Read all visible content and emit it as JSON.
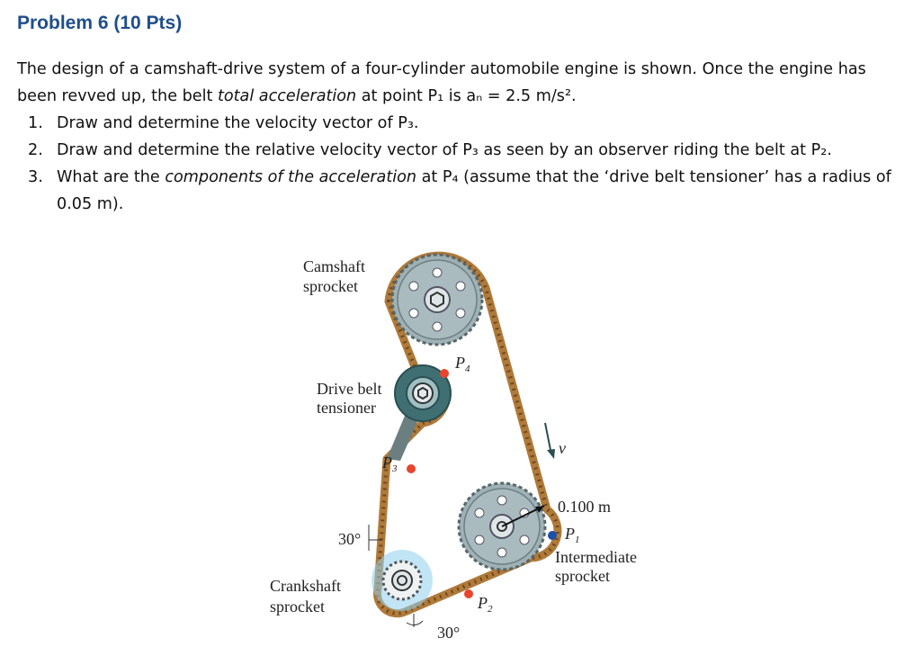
{
  "problem": {
    "title": "Problem 6 (10 Pts)"
  },
  "intro": {
    "part1": "The design of a camshaft-drive system of a four-cylinder automobile engine is shown. Once the engine has been revved up, the belt ",
    "emphasis": "total acceleration",
    "part2": " at point P₁ is aₙ = 2.5 m/s²."
  },
  "questions": [
    {
      "num": "1.",
      "text": "Draw and determine the velocity vector of P₃."
    },
    {
      "num": "2.",
      "text": "Draw and determine the relative velocity vector of P₃ as seen by an observer riding the belt at P₂."
    },
    {
      "num": "3.",
      "text_before": "What are the ",
      "emphasis": "components of the acceleration",
      "text_after": " at P₄ (assume that the ‘drive belt tensioner’ has a radius of 0.05 m)."
    }
  ],
  "figure": {
    "camshaft_line1": "Camshaft",
    "camshaft_line2": "sprocket",
    "tensioner_line1": "Drive belt",
    "tensioner_line2": "tensioner",
    "crankshaft_line1": "Crankshaft",
    "crankshaft_line2": "sprocket",
    "intermediate_line1": "Intermediate",
    "intermediate_line2": "sprocket",
    "radius_label": "0.100 m",
    "velocity_label": "v",
    "angle_left": "30°",
    "angle_bottom": "30°",
    "p1": {
      "letter": "P",
      "sub": "1"
    },
    "p2": {
      "letter": "P",
      "sub": "2"
    },
    "p3": {
      "letter": "P",
      "sub": "3"
    },
    "p4": {
      "letter": "P",
      "sub": "4"
    },
    "colors": {
      "belt": "#b07a3a",
      "sprocket": "#9fb1b5",
      "tensioner": "#3f6f73",
      "point_red": "#e8452c",
      "point_blue": "#1e4fa8",
      "crank_glow": "#8fd0ee"
    }
  }
}
